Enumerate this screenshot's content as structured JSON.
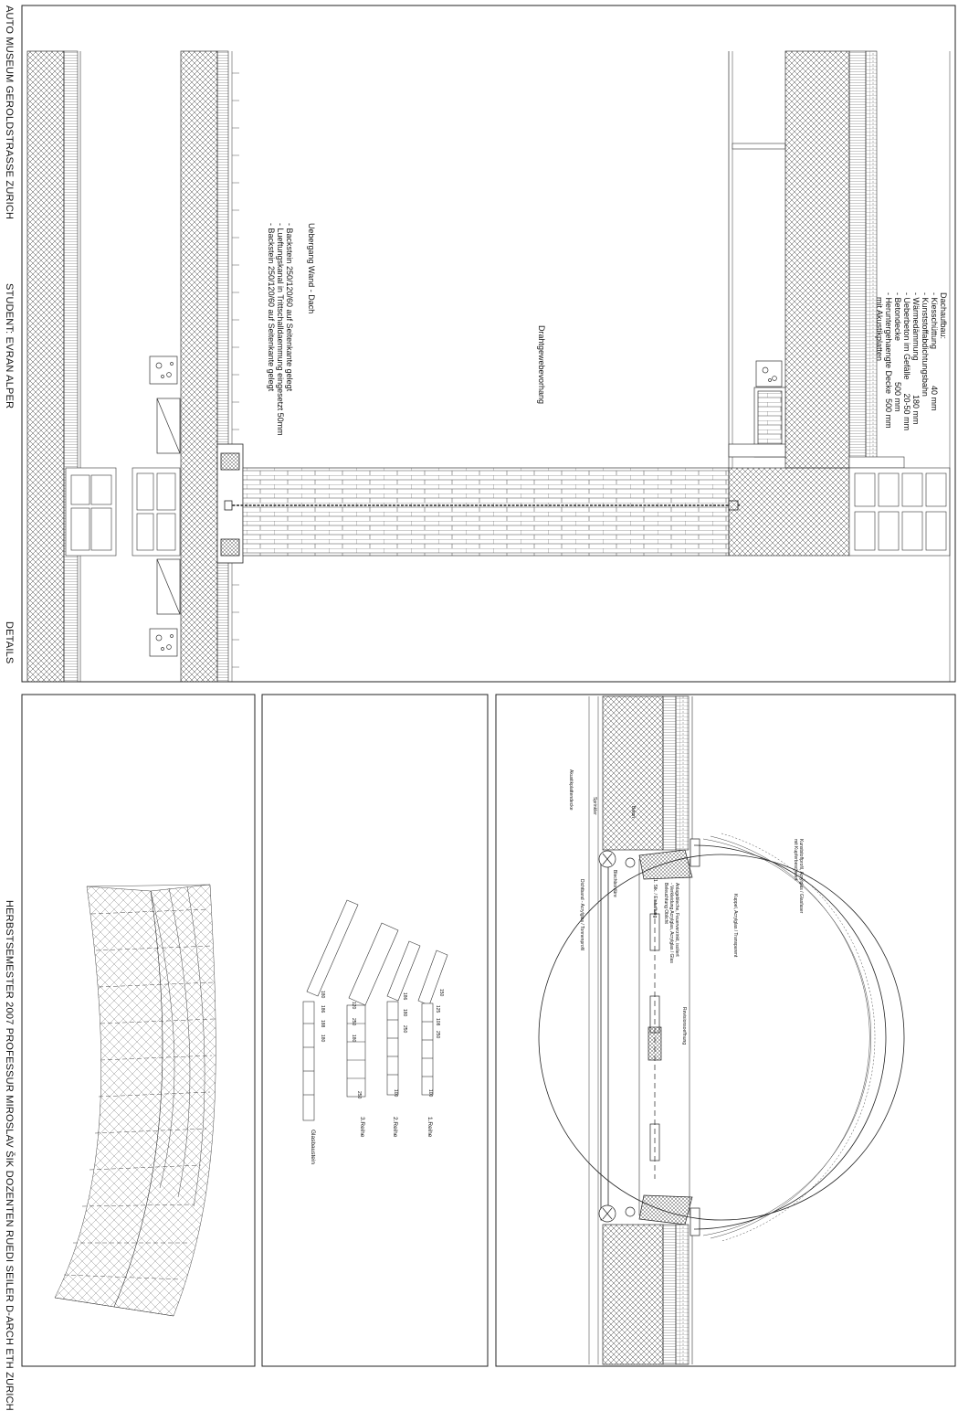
{
  "title_block": {
    "project": "AUTO MUSEUM GEROLDSTRASSE  ZURICH",
    "student": "STUDENT: EVRAN ALPER",
    "sheet": "DETAILS",
    "course": "HERBSTSEMESTER  2007  PROFESSUR MIROSLAV ŠIK DOZENTEN RUEDI SEILER D-ARCH ETH ZURICH"
  },
  "panel_section": {
    "roof_heading": "Dachaufbau:",
    "roof_layers": [
      "- Kiesschüttung                40 mm",
      "- Kunststoffabdichtungsbahn",
      "- Wärmedämmung               180 mm",
      "- Ueberbeton im Gefälle      20-50 mm",
      "- Betondecke                  500 mm",
      "- Heruntergehaengte Decke  500 mm",
      "  mit Akustikplatten"
    ],
    "curtain_label": "Drahtgewebevorhang",
    "wall_heading": "Uebergang Wand - Dach",
    "wall_notes": [
      "- Backstein 250/120/60 auf Seitenkante gelegt",
      "- Lueftungskanal in Trittschalldaemmung eingesetzt  50mm",
      "- Backstein 250/120/60 auf Seitenkante gelegt"
    ]
  },
  "panel_rows": {
    "rows": [
      {
        "label": "1.Reihe",
        "dims": [
          "150",
          "125",
          "108",
          "250",
          "100"
        ]
      },
      {
        "label": "2.Reihe",
        "dims": [
          "186",
          "180",
          "250",
          "100"
        ]
      },
      {
        "label": "3.Reihe",
        "dims": [
          "120",
          "250",
          "180",
          "250"
        ]
      },
      {
        "label": "Glasbaustein",
        "dims": [
          "180",
          "186",
          "188",
          "180"
        ]
      }
    ]
  },
  "panel_skylight": {
    "labels": [
      "Sprinkler",
      "Akustikplattendecke",
      "Dichtband - Acrylglas / Tonnenprofil",
      "Blechbordüre",
      "1. Stk. / Einhaftung",
      "Anlagebleche, Feuerverzinkt, isoliert",
      "- Verkleidung Acrylglas, Acrylglas / Glas",
      "Beleuchtung Oblicht",
      "Kuppel, Acrylglas / Transparent",
      "Kunststoffprofil, Acrylglas / Glasfaser",
      "mit Kupferbeschwert",
      "Revisionsoeffnung",
      "Beton"
    ]
  }
}
